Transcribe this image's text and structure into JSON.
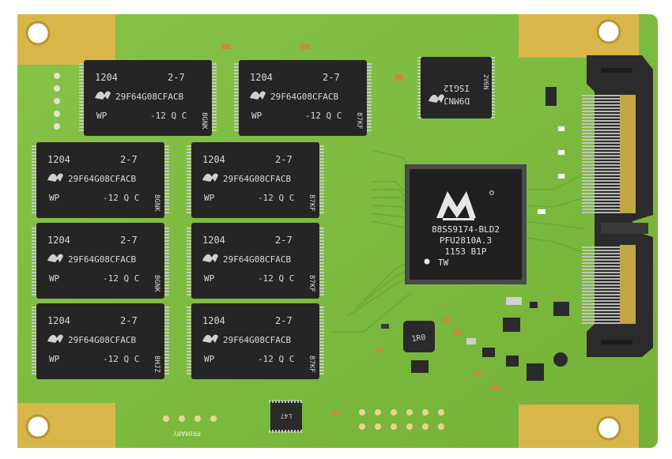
{
  "nand_chip": {
    "date_code": "1204",
    "revision": "2-7",
    "part_number": "29F64G08CFACB",
    "wp": "WP",
    "speed": "-12 Q C",
    "lot_codes": [
      "8GNK",
      "87KF",
      "8GNK",
      "87KF",
      "8GNK",
      "87KF",
      "8HJZ",
      "87KF"
    ]
  },
  "controller": {
    "line1": "88SS9174-BLD2",
    "line2": "PFU2810A.3",
    "line3": "1153 B1P",
    "line4": "TW"
  },
  "dram_chip": {
    "line1": "D9MNJ",
    "line2": "ISG12",
    "line3": "2V6N"
  },
  "inductor": {
    "label": "1R0"
  },
  "small_ic": {
    "label": "L47"
  },
  "silkscreen": {
    "primary": "PRIMARY"
  },
  "colors": {
    "pcb": "#7dbb3f",
    "pcb_dark": "#5e9a2a",
    "gold_pad": "#d9b64a",
    "chip": "#222222",
    "connector": "#2b2b2b"
  }
}
